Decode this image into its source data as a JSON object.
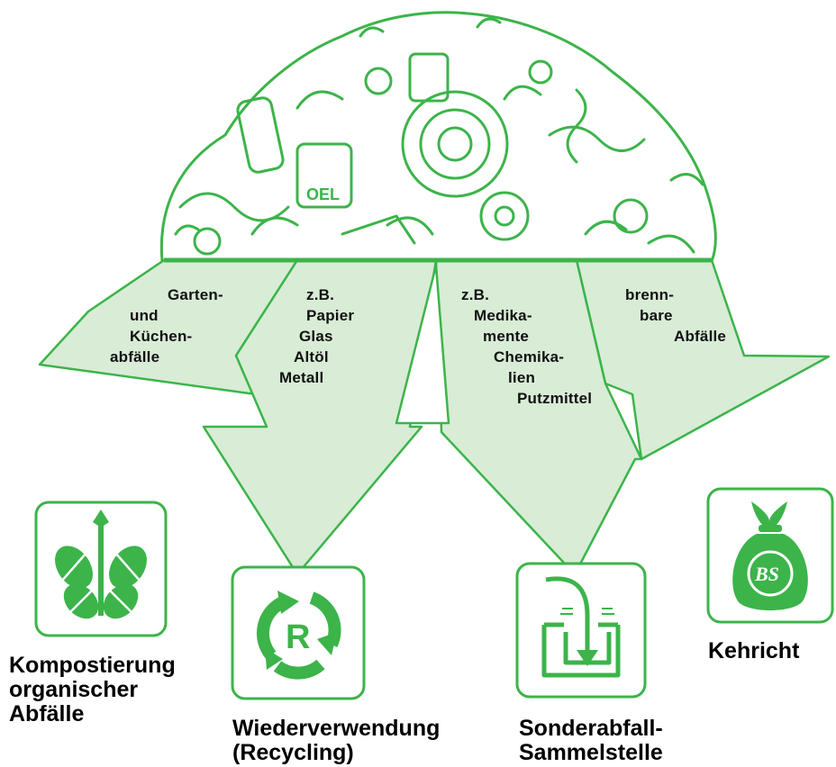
{
  "colors": {
    "green": "#3cb44a",
    "fill": "#d8ecd6",
    "white": "#ffffff",
    "text": "#111111"
  },
  "arrows": [
    {
      "lines": [
        "Garten-",
        "und",
        "Küchen-",
        "abfälle"
      ]
    },
    {
      "lines": [
        "z.B.",
        "Papier",
        "Glas",
        "Altöl",
        "Metall"
      ]
    },
    {
      "lines": [
        "z.B.",
        "Medika-",
        "mente",
        "Chemika-",
        "lien",
        "Putzmittel"
      ]
    },
    {
      "lines": [
        "brenn-",
        "bare",
        "Abfälle"
      ]
    }
  ],
  "destinations": [
    {
      "icon": "leaf-sprig-icon",
      "lines": [
        "Kompostierung",
        "organischer",
        "Abfälle"
      ]
    },
    {
      "icon": "recycling-r-icon",
      "lines": [
        "Wiederverwendung",
        "(Recycling)"
      ]
    },
    {
      "icon": "collection-container-icon",
      "lines": [
        "Sonderabfall-",
        "Sammelstelle"
      ]
    },
    {
      "icon": "garbage-bag-icon",
      "lines": [
        "Kehricht"
      ]
    }
  ]
}
